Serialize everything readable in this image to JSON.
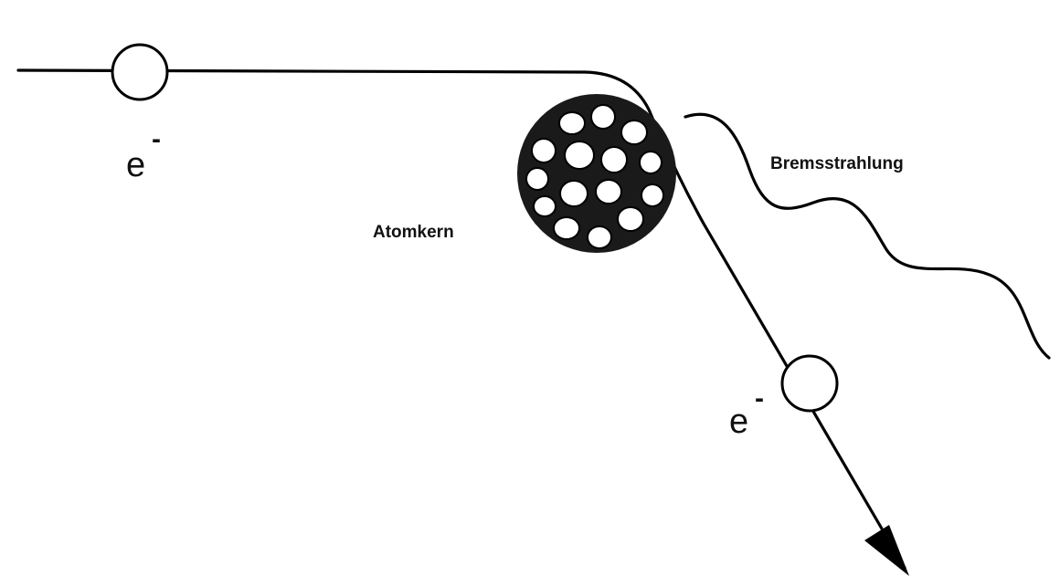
{
  "labels": {
    "electron_symbol": "e",
    "electron_charge": "-",
    "nucleus": "Atomkern",
    "radiation": "Bremsstrahlung"
  },
  "icons": {
    "electron": "electron-circle-icon",
    "nucleus": "atomic-nucleus-icon",
    "radiation": "wavy-line-icon",
    "direction": "arrowhead-icon"
  },
  "colors": {
    "ink": "#000000",
    "background": "#ffffff",
    "nucleon_fill": "#ffffff",
    "nucleus_fill": "#1a1a1a"
  }
}
